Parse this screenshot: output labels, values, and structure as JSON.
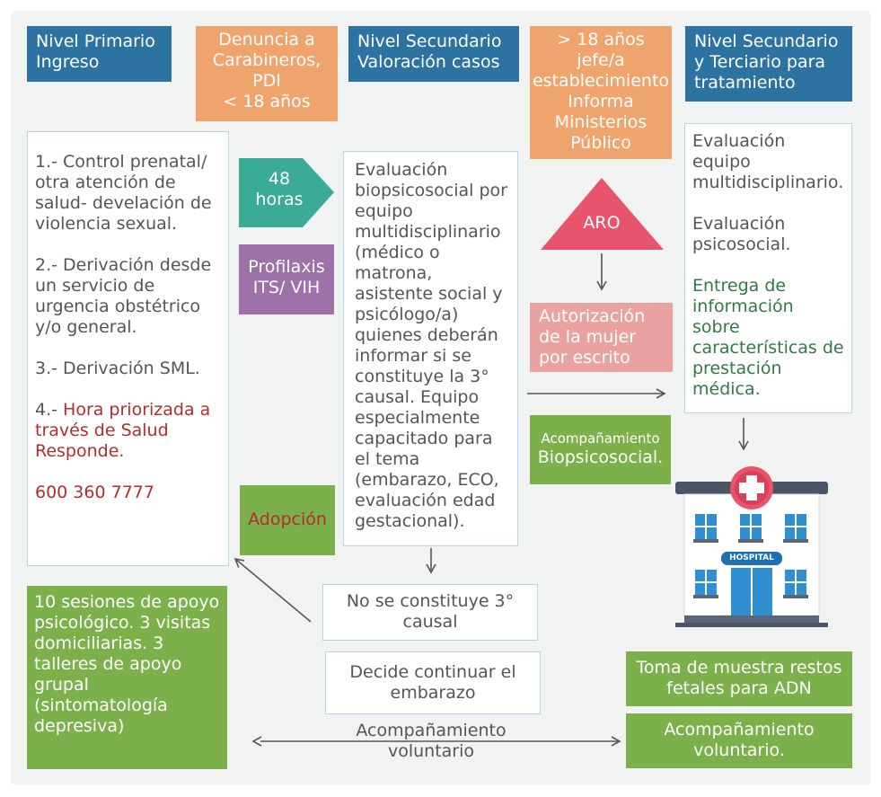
{
  "headers": {
    "nivel_primario": "Nivel Primario Ingreso",
    "denuncia": [
      "Denuncia a",
      "Carabineros,",
      "PDI",
      "< 18 años"
    ],
    "nivel_secundario": "Nivel Secundario Valoración casos",
    "mayor18": [
      "> 18 años",
      "jefe/a",
      "establecimiento",
      "Informa",
      "Ministerios",
      "Público"
    ],
    "nivel_terciario": "Nivel Secundario y Terciario para tratamiento"
  },
  "left_box": {
    "p1": "1.- Control prenatal/ otra atención de salud- develación de violencia sexual.",
    "p2": "2.- Derivación desde un servicio de urgencia obstétrico y/o general.",
    "p3": "3.- Derivación SML.",
    "p4_prefix": "4.- ",
    "p4_red": "Hora priorizada a través de  Salud Responde.",
    "phone": "600 360 7777"
  },
  "arrow_48": [
    "48",
    "horas"
  ],
  "profilaxis": [
    "Profilaxis",
    "ITS/ VIH"
  ],
  "adopcion": "Adopción",
  "evaluacion_center": "Evaluación biopsicosocial por equipo multidisciplinario (médico o matrona, asistente social y psicólogo/a) quienes deberán informar si se constituye la 3° causal. Equipo especialmente capacitado para el tema (embarazo, ECO, evaluación edad gestacional).",
  "aro": "ARO",
  "autorizacion": "Autorización de la mujer por escrito",
  "acompanamiento_bio": [
    "Acompañamiento",
    "Biopsicosocial."
  ],
  "right_box": {
    "p1": "Evaluación equipo multidisciplinario.",
    "p2": "Evaluación psicosocial.",
    "p3": "Entrega de información sobre características de prestación médica."
  },
  "hospital_label": "HOSPITAL",
  "no_constituye": "No se constituye 3° causal",
  "decide": "Decide continuar el embarazo",
  "acompanamiento_vol": [
    "Acompañamiento",
    "voluntario"
  ],
  "sesiones": "10 sesiones de apoyo psicológico. 3 visitas domiciliarias. 3 talleres de apoyo grupal (sintomatología depresiva)",
  "toma_muestra": "Toma de muestra restos fetales para ADN",
  "acompanamiento_vol2": "Acompañamiento voluntario.",
  "colors": {
    "blue": "#2c73a2",
    "orange": "#f0a46d",
    "green": "#7cb04b",
    "teal": "#3aab96",
    "purple": "#9d72a9",
    "pink": "#eaa2a0",
    "aro_red": "#e8546c",
    "dark_red": "#b22d2d",
    "dark_green": "#2f7a47"
  }
}
